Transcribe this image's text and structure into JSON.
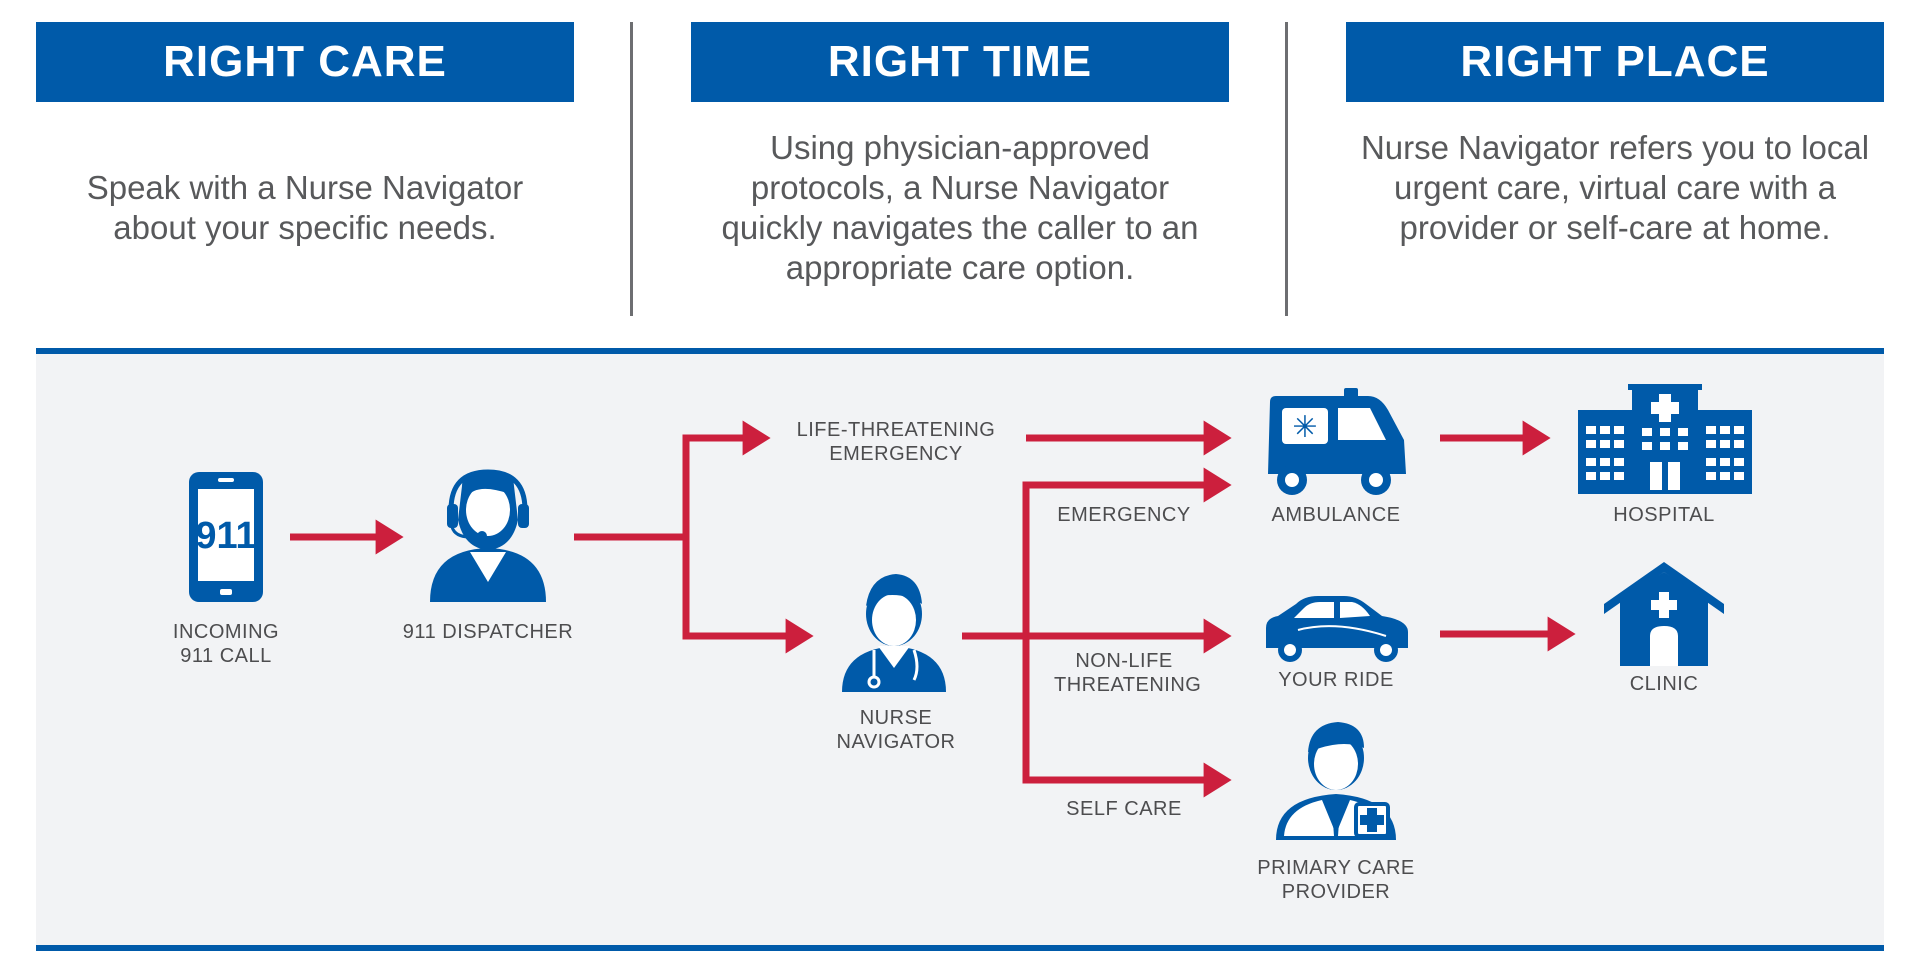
{
  "columns": [
    {
      "title": "RIGHT CARE",
      "body": "Speak with a Nurse Navigator about your specific needs."
    },
    {
      "title": "RIGHT TIME",
      "body": "Using physician-approved protocols, a Nurse Navigator quickly navigates the caller to an appropriate care option."
    },
    {
      "title": "RIGHT PLACE",
      "body": "Nurse Navigator refers you to local urgent care, virtual care with a provider or self-care at home."
    }
  ],
  "flow": {
    "phone_text": "911",
    "incoming_call": "INCOMING 911 CALL",
    "dispatcher": "911 DISPATCHER",
    "life_threatening": "LIFE-THREATENING EMERGENCY",
    "nurse_navigator": "NURSE NAVIGATOR",
    "emergency": "EMERGENCY",
    "non_life_threatening": "NON-LIFE THREATENING",
    "self_care": "SELF CARE",
    "ambulance": "AMBULANCE",
    "your_ride": "YOUR RIDE",
    "primary_care_provider": "PRIMARY CARE PROVIDER",
    "hospital": "HOSPITAL",
    "clinic": "CLINIC"
  },
  "colors": {
    "blue": "#005aa9",
    "red": "#cc1f3d",
    "gray_text": "#58595b",
    "panel_bg": "#f2f3f5"
  },
  "icons": [
    "phone-icon",
    "dispatcher-icon",
    "nurse-icon",
    "ambulance-icon",
    "car-icon",
    "doctor-icon",
    "hospital-icon",
    "clinic-icon"
  ]
}
